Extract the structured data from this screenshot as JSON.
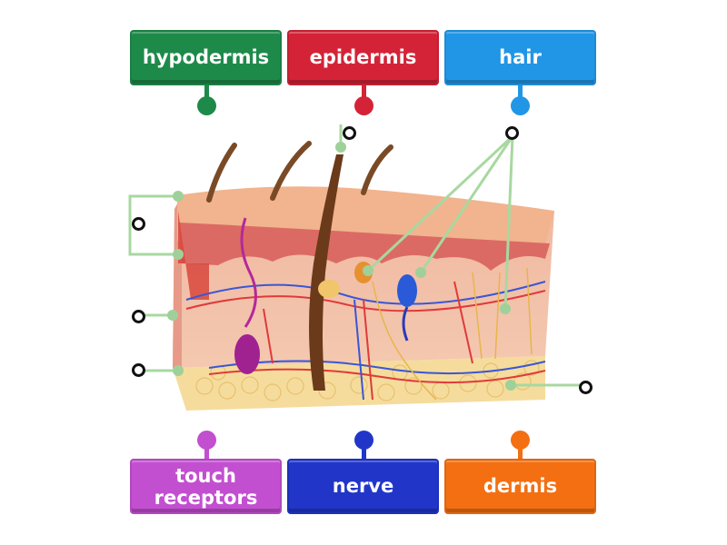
{
  "labels": {
    "hypodermis": "hypodermis",
    "epidermis": "epidermis",
    "hair": "hair",
    "touch_receptors_line1": "touch",
    "touch_receptors_line2": "receptors",
    "nerve": "nerve",
    "dermis": "dermis"
  },
  "colors": {
    "hypodermis": "#1e8a4a",
    "epidermis": "#d42337",
    "hair": "#2196e6",
    "touch_receptors": "#c24fd0",
    "nerve": "#2136c9",
    "dermis": "#f36f12",
    "leader_line": "#a8d8a0",
    "target_ring": "#111111"
  }
}
